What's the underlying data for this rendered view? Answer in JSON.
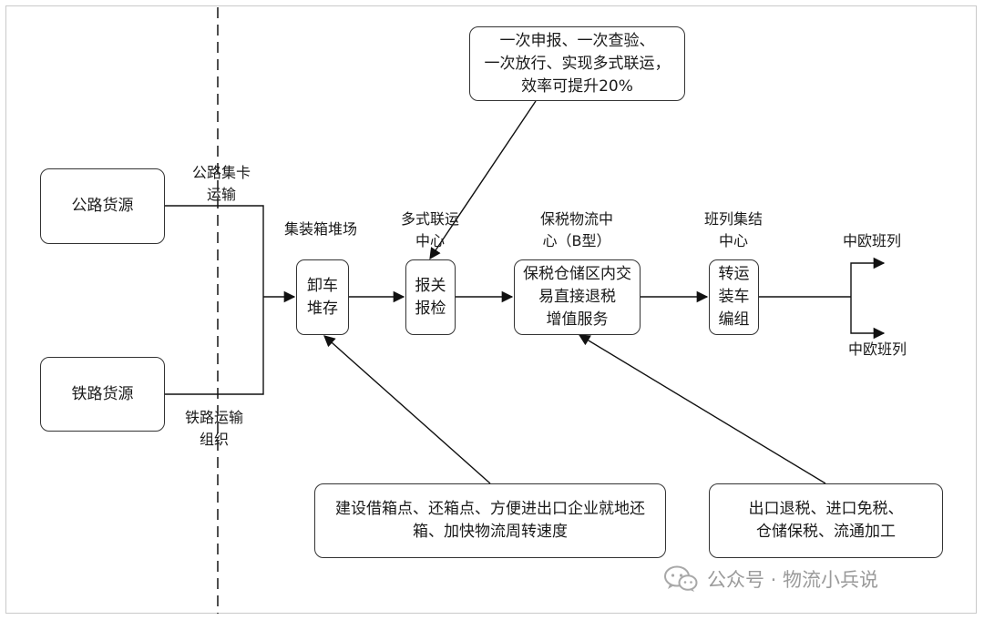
{
  "boxes": {
    "road": "公路货源",
    "rail": "铁路货源",
    "unload": "卸车\n堆存",
    "customs": "报关\n报检",
    "bonded": "保税仓储区内交\n易直接退税\n增值服务",
    "transfer": "转运\n装车\n编组",
    "note_top": "一次申报、一次查验、\n一次放行、实现多式联运，\n效率可提升20%",
    "note_left": "建设借箱点、还箱点、方便进出口企业就地还\n箱、加快物流周转速度",
    "note_right": "出口退税、进口免税、\n仓储保税、流通加工"
  },
  "labels": {
    "road_transport": "公路集卡\n运输",
    "rail_transport": "铁路运输\n组织",
    "container_yard": "集装箱堆场",
    "multimodal_center": "多式联运\n中心",
    "bonded_center": "保税物流中\n心（B型）",
    "train_center": "班列集结\n中心",
    "train_out_1": "中欧班列",
    "train_out_2": "中欧班列"
  },
  "watermark": {
    "text": "公众号 · 物流小兵说",
    "icon": "wechat-icon"
  }
}
